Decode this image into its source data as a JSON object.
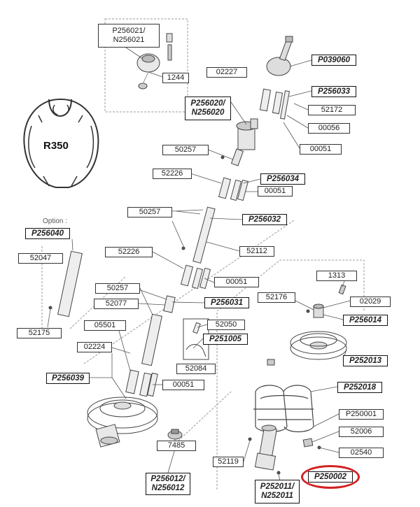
{
  "diagram": {
    "profile_label": "R350",
    "option_label": "Option :",
    "highlight_color": "#d32020",
    "labels": [
      {
        "id": "p256021",
        "lines": [
          "P256021/",
          "N256021"
        ],
        "bold": false
      },
      {
        "id": "l1244",
        "lines": [
          "1244"
        ],
        "bold": false
      },
      {
        "id": "l02227",
        "lines": [
          "02227"
        ],
        "bold": false
      },
      {
        "id": "p039060",
        "lines": [
          "P039060"
        ],
        "bold": true
      },
      {
        "id": "p256033",
        "lines": [
          "P256033"
        ],
        "bold": true
      },
      {
        "id": "p256020",
        "lines": [
          "P256020/",
          "N256020"
        ],
        "bold": true
      },
      {
        "id": "l52172",
        "lines": [
          "52172"
        ],
        "bold": false
      },
      {
        "id": "l00056",
        "lines": [
          "00056"
        ],
        "bold": false
      },
      {
        "id": "l00051a",
        "lines": [
          "00051"
        ],
        "bold": false
      },
      {
        "id": "l50257a",
        "lines": [
          "50257"
        ],
        "bold": false
      },
      {
        "id": "l52226a",
        "lines": [
          "52226"
        ],
        "bold": false
      },
      {
        "id": "p256034",
        "lines": [
          "P256034"
        ],
        "bold": true
      },
      {
        "id": "l00051b",
        "lines": [
          "00051"
        ],
        "bold": false
      },
      {
        "id": "l50257b",
        "lines": [
          "50257"
        ],
        "bold": false
      },
      {
        "id": "p256032",
        "lines": [
          "P256032"
        ],
        "bold": true
      },
      {
        "id": "p256040",
        "lines": [
          "P256040"
        ],
        "bold": true
      },
      {
        "id": "l52226b",
        "lines": [
          "52226"
        ],
        "bold": false
      },
      {
        "id": "l52112",
        "lines": [
          "52112"
        ],
        "bold": false
      },
      {
        "id": "l52047",
        "lines": [
          "52047"
        ],
        "bold": false
      },
      {
        "id": "l1313",
        "lines": [
          "1313"
        ],
        "bold": false
      },
      {
        "id": "l00051c",
        "lines": [
          "00051"
        ],
        "bold": false
      },
      {
        "id": "l50257c",
        "lines": [
          "50257"
        ],
        "bold": false
      },
      {
        "id": "l52176",
        "lines": [
          "52176"
        ],
        "bold": false
      },
      {
        "id": "l02029",
        "lines": [
          "02029"
        ],
        "bold": false
      },
      {
        "id": "l52077",
        "lines": [
          "52077"
        ],
        "bold": false
      },
      {
        "id": "p256031",
        "lines": [
          "P256031"
        ],
        "bold": true
      },
      {
        "id": "p256014",
        "lines": [
          "P256014"
        ],
        "bold": true
      },
      {
        "id": "l05501",
        "lines": [
          "05501"
        ],
        "bold": false
      },
      {
        "id": "l52050",
        "lines": [
          "52050"
        ],
        "bold": false
      },
      {
        "id": "l52175",
        "lines": [
          "52175"
        ],
        "bold": false
      },
      {
        "id": "p251005",
        "lines": [
          "P251005"
        ],
        "bold": true
      },
      {
        "id": "l02224",
        "lines": [
          "02224"
        ],
        "bold": false
      },
      {
        "id": "p252013",
        "lines": [
          "P252013"
        ],
        "bold": true
      },
      {
        "id": "l52084",
        "lines": [
          "52084"
        ],
        "bold": false
      },
      {
        "id": "p256039",
        "lines": [
          "P256039"
        ],
        "bold": true
      },
      {
        "id": "l00051d",
        "lines": [
          "00051"
        ],
        "bold": false
      },
      {
        "id": "p252018",
        "lines": [
          "P252018"
        ],
        "bold": true
      },
      {
        "id": "p250001",
        "lines": [
          "P250001"
        ],
        "bold": false
      },
      {
        "id": "l52006",
        "lines": [
          "52006"
        ],
        "bold": false
      },
      {
        "id": "l7485",
        "lines": [
          "7485"
        ],
        "bold": false
      },
      {
        "id": "l02540",
        "lines": [
          "02540"
        ],
        "bold": false
      },
      {
        "id": "l52119",
        "lines": [
          "52119"
        ],
        "bold": false
      },
      {
        "id": "p250002",
        "lines": [
          "P250002"
        ],
        "bold": true
      },
      {
        "id": "p256012",
        "lines": [
          "P256012/",
          "N256012"
        ],
        "bold": true
      },
      {
        "id": "p252011",
        "lines": [
          "P252011/",
          "N252011"
        ],
        "bold": true
      }
    ]
  }
}
